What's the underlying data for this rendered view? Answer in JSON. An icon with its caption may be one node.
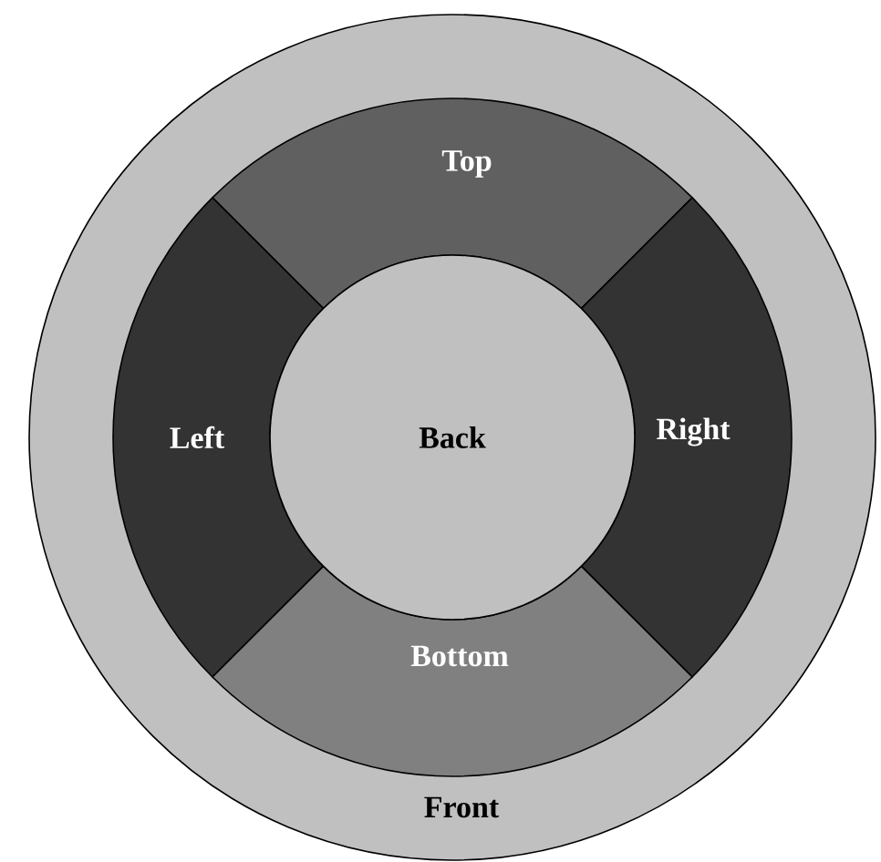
{
  "diagram": {
    "nodes": [
      {
        "text": [
          "Front"
        ]
      },
      {
        "text": [
          "Top"
        ],
        "in": 0
      },
      {
        "text": [
          "Left"
        ],
        "in": 0
      },
      {
        "text": [
          "Back"
        ],
        "in": 0
      },
      {
        "text": [
          "Right"
        ],
        "in": 0
      },
      {
        "text": [
          "Bottom"
        ],
        "in": 0
      }
    ]
  }
}
